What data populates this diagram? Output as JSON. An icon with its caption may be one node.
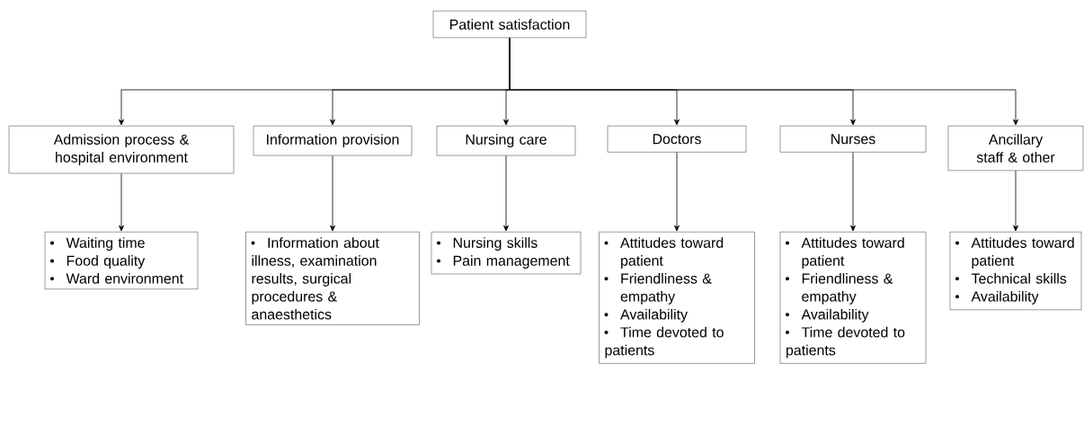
{
  "diagram": {
    "nodes": [
      {
        "text": [
          "Patient satisfaction"
        ]
      },
      {
        "text": [
          "Admission process & hospital environment"
        ]
      },
      {
        "text": [
          "Information provision"
        ]
      },
      {
        "text": [
          "Nursing care"
        ]
      },
      {
        "text": [
          "Doctors"
        ]
      },
      {
        "text": [
          "Nurses"
        ]
      },
      {
        "text": [
          "Ancillary staff & other"
        ]
      },
      {
        "text": [
          "Waiting time",
          "Food quality",
          "Ward environment"
        ]
      },
      {
        "text": [
          "Information about illness, examination results, surgical procedures & anaesthetics"
        ]
      },
      {
        "text": [
          "Nursing skills",
          "Pain management"
        ]
      },
      {
        "text": [
          "Attitudes toward patient",
          "Friendliness & empathy",
          "Availability",
          "Time devoted to patients"
        ]
      },
      {
        "text": [
          "Attitudes toward patient",
          "Friendliness & empathy",
          "Availability",
          "Time devoted to patients"
        ]
      },
      {
        "text": [
          "Attitudes toward patient",
          "Technical skills",
          "Availability"
        ]
      }
    ],
    "edges": [
      {
        "from": 0,
        "to": 1,
        "arrow": "to"
      },
      {
        "from": 0,
        "to": 2,
        "arrow": "to"
      },
      {
        "from": 0,
        "to": 3,
        "arrow": "to"
      },
      {
        "from": 0,
        "to": 4,
        "arrow": "to"
      },
      {
        "from": 0,
        "to": 5,
        "arrow": "to"
      },
      {
        "from": 0,
        "to": 6,
        "arrow": "to"
      },
      {
        "from": 1,
        "to": 7,
        "arrow": "to"
      },
      {
        "from": 2,
        "to": 8,
        "arrow": "to"
      },
      {
        "from": 3,
        "to": 9,
        "arrow": "to"
      },
      {
        "from": 4,
        "to": 10,
        "arrow": "to"
      },
      {
        "from": 5,
        "to": 11,
        "arrow": "to"
      },
      {
        "from": 6,
        "to": 12,
        "arrow": "to"
      }
    ]
  }
}
